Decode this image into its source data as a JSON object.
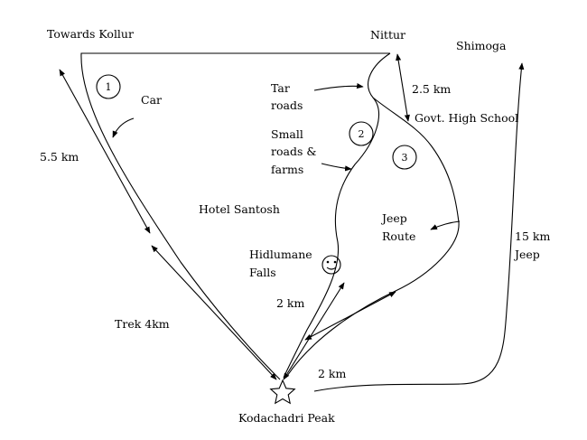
{
  "places": {
    "towards_kollur": "Towards Kollur",
    "nittur": "Nittur",
    "shimoga": "Shimoga",
    "govt_high_school": "Govt. High School",
    "hotel_santosh": "Hotel Santosh",
    "hidlumane_falls": [
      "Hidlumane",
      "Falls"
    ],
    "kodachadri_peak": "Kodachadri Peak"
  },
  "routes": {
    "car": "Car",
    "tar_roads": [
      "Tar",
      "roads"
    ],
    "small_roads": [
      "Small",
      "roads &",
      "farms"
    ],
    "jeep_route": [
      "Jeep",
      "Route"
    ]
  },
  "route_numbers": [
    "1",
    "2",
    "3"
  ],
  "distances": {
    "kollur_leg": "5.5 km",
    "nittur_school": "2.5 km",
    "trek": "Trek 4km",
    "falls_to_peak": "2 km",
    "jeep_to_peak": "2 km",
    "shimoga_jeep": [
      "15 km",
      "Jeep"
    ]
  }
}
